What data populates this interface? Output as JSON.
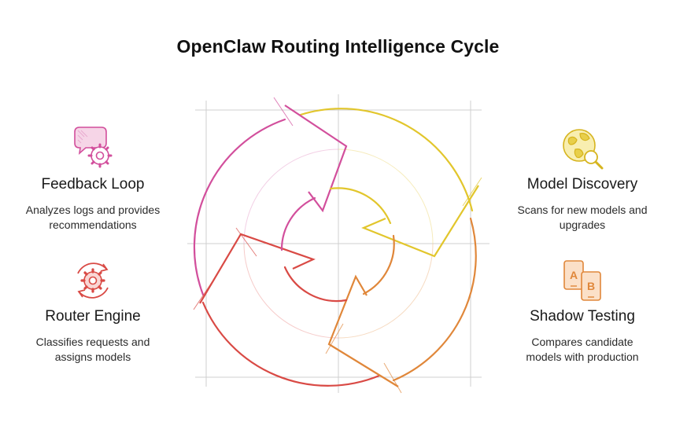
{
  "title": "OpenClaw Routing Intelligence Cycle",
  "colors": {
    "feedback": "#d24f9c",
    "discovery": "#e2c62c",
    "shadow": "#e0873a",
    "router": "#d94a45",
    "guide": "#c8c8c8"
  },
  "stages": {
    "feedback": {
      "icon": "chat-gear-icon",
      "heading": "Feedback Loop",
      "desc": "Analyzes logs and provides\nrecommendations"
    },
    "router": {
      "icon": "gear-cycle-icon",
      "heading": "Router Engine",
      "desc": "Classifies requests and\nassigns models"
    },
    "discovery": {
      "icon": "globe-search-icon",
      "heading": "Model Discovery",
      "desc": "Scans for new models and\nupgrades"
    },
    "shadow": {
      "icon": "ab-test-icon",
      "heading": "Shadow Testing",
      "desc": "Compares candidate\nmodels with production"
    }
  }
}
